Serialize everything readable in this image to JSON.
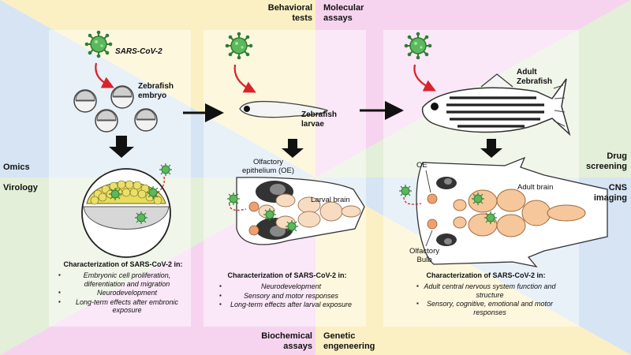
{
  "corner_labels": {
    "behavioral_tests": "Behavioral\ntests",
    "molecular_assays": "Molecular\nassays",
    "omics": "Omics",
    "virology": "Virology",
    "drug_screening": "Drug\nscreening",
    "cns_imaging": "CNS\nimaging",
    "biochemical_assays": "Biochemical\nassays",
    "genetic_engineering": "Genetic\nengeneering"
  },
  "virus_label": "SARS-CoV-2",
  "stages": {
    "embryo": "Zebrafish\nembryo",
    "larvae": "Zebrafish\nlarvae",
    "adult": "Adult\nZebrafish"
  },
  "anatomy": {
    "olfactory_epithelium": "Olfactory\nepithelium (OE)",
    "larval_brain": "Larval brain",
    "oe": "OE",
    "adult_brain": "Adult brain",
    "olfactory_bulb": "Olfactory\nBulb"
  },
  "captions": {
    "embryo": {
      "title": "Characterization of SARS-CoV-2 in:",
      "items": [
        "Embryonic cell proliferation, diferentiation and migration",
        "Neurodevelopment",
        "Long-term effects after embronic exposure"
      ]
    },
    "larvae": {
      "title": "Characterization of SARS-CoV-2 in:",
      "items": [
        "Neurodevelopment",
        "Sensory and motor responses",
        "Long-term effects after larval exposure"
      ]
    },
    "adult": {
      "title": "Characterization of SARS-CoV-2 in:",
      "items": [
        "Adult central nervous system function and structure",
        "Sensory, cognitive, emotional and motor responses"
      ]
    }
  },
  "colors": {
    "yellow": "#fbf0c4",
    "pink": "#f6d4f0",
    "blue": "#d6e4f3",
    "green": "#e3efd8",
    "arrow_red": "#d8232a",
    "virus_green": "#4caf50"
  }
}
